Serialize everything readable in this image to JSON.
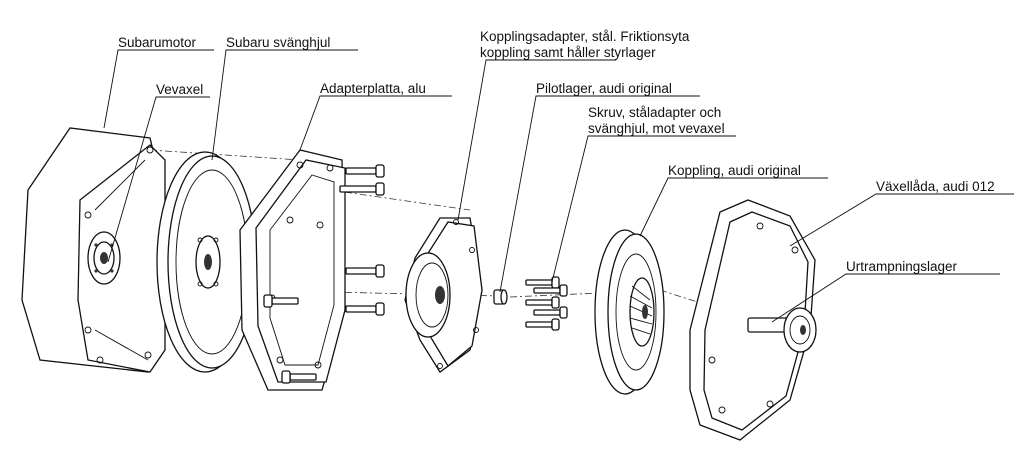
{
  "labels": {
    "subarumotor": "Subarumotor",
    "vevaxel": "Vevaxel",
    "svanghjul": "Subaru svänghjul",
    "adapterplatta": "Adapterplatta, alu",
    "kopplingsadapter_1": "Kopplingsadapter, stål. Friktionsyta",
    "kopplingsadapter_2": "koppling samt håller styrlager",
    "pilotlager": "Pilotlager, audi original",
    "skruv_1": "Skruv, ståladapter och",
    "skruv_2": "svänghjul, mot vevaxel",
    "koppling": "Koppling, audi original",
    "vaxellada": "Växellåda, audi 012",
    "urtrampningslager": "Urtrampningslager"
  }
}
